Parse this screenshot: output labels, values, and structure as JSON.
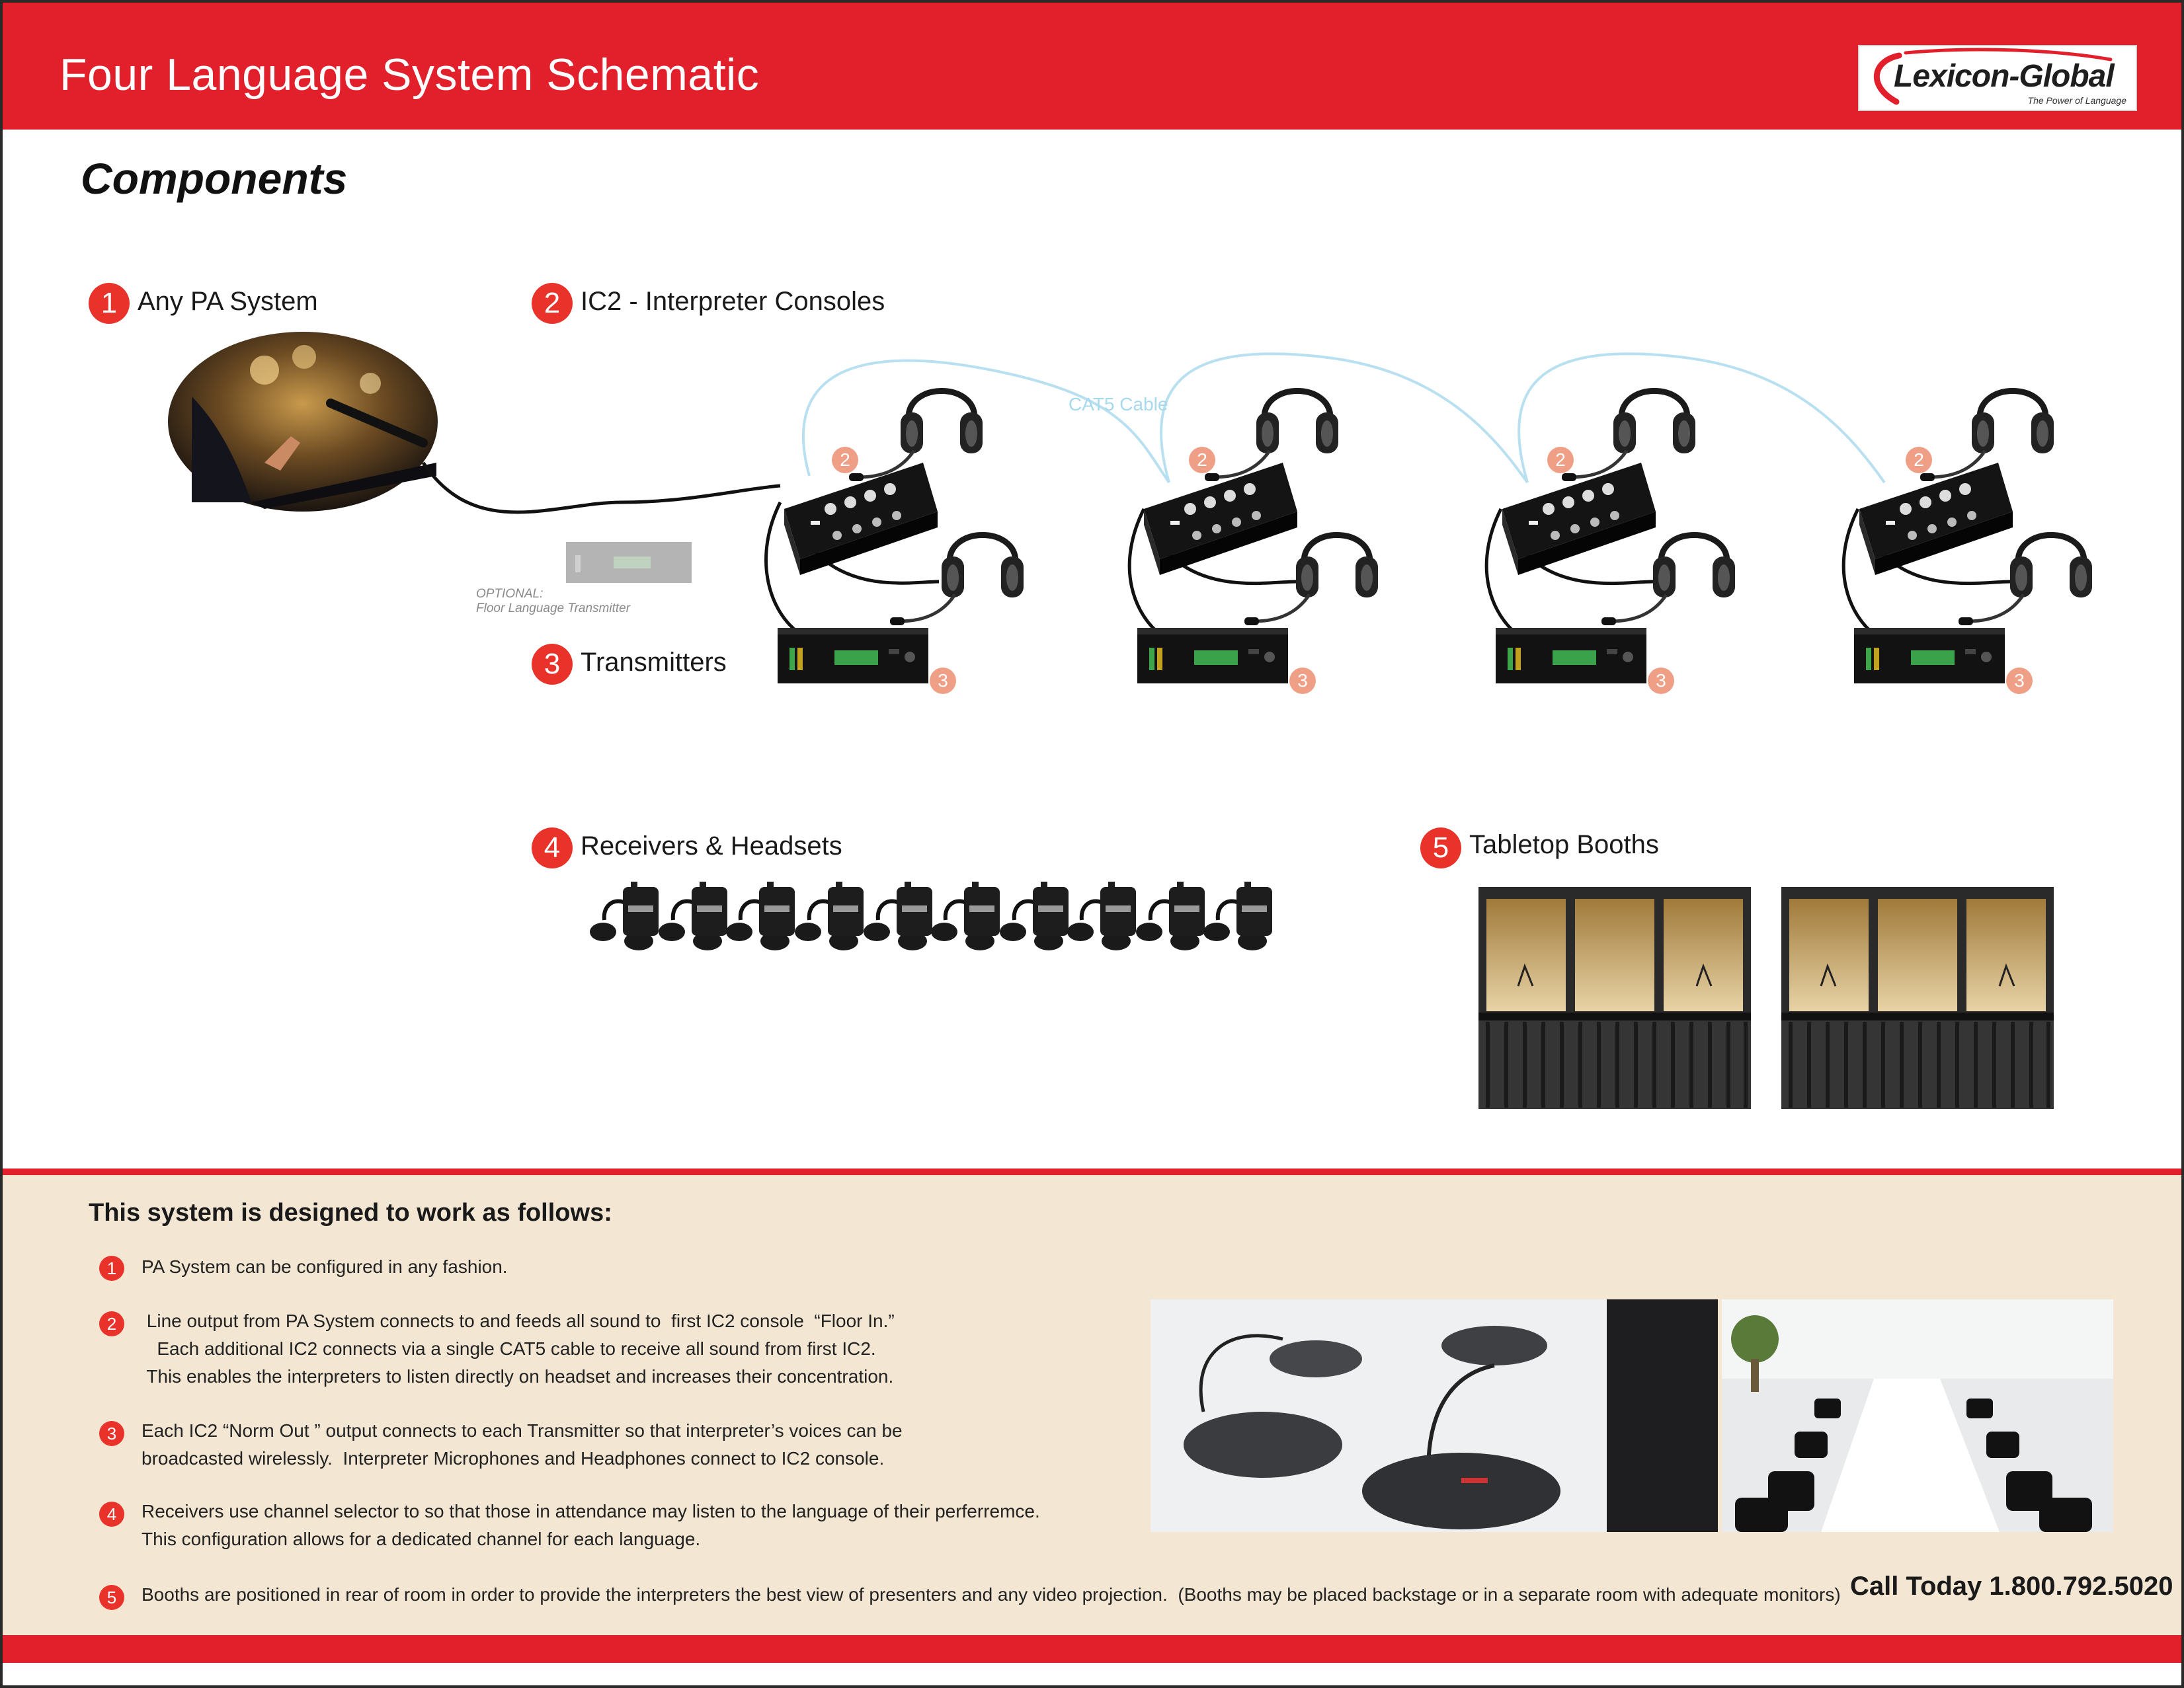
{
  "header": {
    "title": "Four Language System Schematic",
    "logo_name": "Lexicon-Global",
    "logo_tagline": "The Power of Language",
    "colors": {
      "red": "#e2202c",
      "badge": "#e8322a",
      "badge_pale": "#ef9f86",
      "cable": "#a7d9ee",
      "panel": "#f3e7d3"
    }
  },
  "components": {
    "heading": "Components",
    "items": [
      {
        "number": "1",
        "label": "Any PA System"
      },
      {
        "number": "2",
        "label": "IC2 - Interpreter Consoles"
      },
      {
        "number": "3",
        "label": "Transmitters"
      },
      {
        "number": "4",
        "label": "Receivers & Headsets"
      },
      {
        "number": "5",
        "label": "Tabletop Booths"
      }
    ]
  },
  "diagram": {
    "cable_label": "CAT5 Cable",
    "optional_line1": "OPTIONAL:",
    "optional_line2": "Floor Language Transmitter",
    "console_badge": "2",
    "transmitter_badge": "3",
    "consoles": 4,
    "receivers": 10,
    "booths": 2
  },
  "system": {
    "heading": "This system is designed to work as follows:",
    "notes": [
      {
        "number": "1",
        "text": "PA System can be configured in any fashion."
      },
      {
        "number": "2",
        "text": " Line output from PA System connects to and feeds all sound to  first IC2 console  “Floor In.”\n   Each additional IC2 connects via a single CAT5 cable to receive all sound from first IC2.\n This enables the interpreters to listen directly on headset and increases their concentration."
      },
      {
        "number": "3",
        "text": "Each IC2 “Norm Out ” output connects to each Transmitter so that interpreter’s voices can be\nbroadcasted wirelessly.  Interpreter Microphones and Headphones connect to IC2 console."
      },
      {
        "number": "4",
        "text": "Receivers use channel selector to so that those in attendance may listen to the language of their perferremce.\nThis configuration allows for a dedicated channel for each language."
      },
      {
        "number": "5",
        "text": "Booths are positioned in rear of room in order to provide the interpreters the best view of presenters and any video projection.  (Booths may be placed backstage or in a separate room with adequate monitors)"
      }
    ],
    "call": "Call Today 1.800.792.5020"
  }
}
